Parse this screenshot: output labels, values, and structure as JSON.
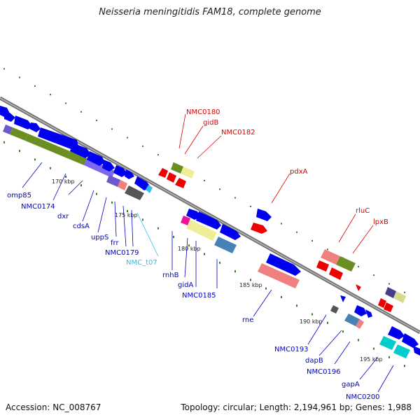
{
  "title": "Neisseria meningitidis FAM18, complete genome",
  "accession": "Accession: NC_008767",
  "topology": "Topology: circular; Length: 2,194,961 bp; Genes: 1,988",
  "scale_labels": [
    "170 kbp",
    "175 kbp",
    "180 kbp",
    "185 kbp",
    "190 kbp",
    "195 kbp"
  ],
  "colors": {
    "backbone": "#808080",
    "forward_label": "#0000cc",
    "reverse_label": "#dd0000",
    "trna_label": "#33bbee",
    "tick": "#2e7d1e"
  },
  "reverse_genes": [
    "NMC0180",
    "gidB",
    "NMC0182",
    "pdxA",
    "rluC",
    "lpxB"
  ],
  "forward_genes": [
    "omp85",
    "NMC0174",
    "dxr",
    "cdsA",
    "uppS",
    "frr",
    "NMC0179",
    "NMC_t07",
    "rnhB",
    "gidA",
    "NMC0185",
    "rne",
    "NMC0193",
    "dapB",
    "NMC0196",
    "gapA",
    "NMC0200"
  ]
}
